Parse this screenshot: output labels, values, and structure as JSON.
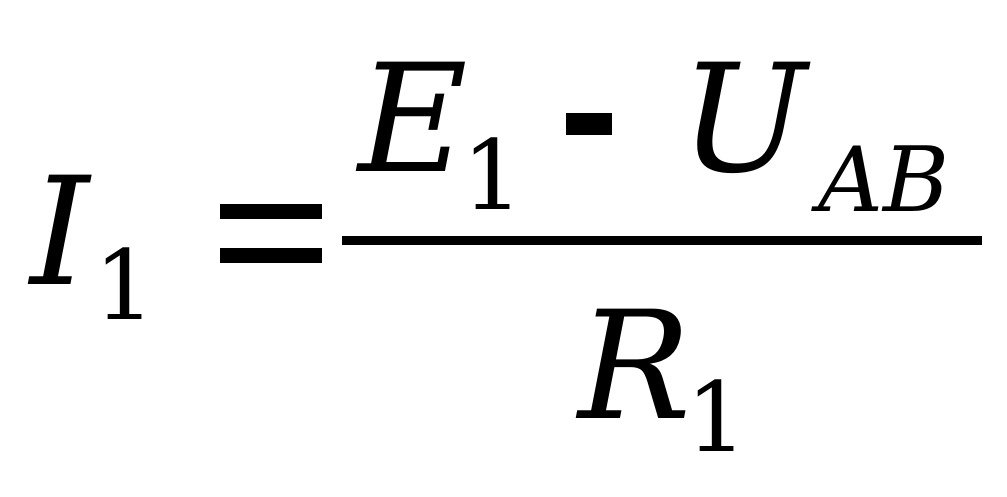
{
  "formula": {
    "lhs": {
      "symbol": "I",
      "subscript": "1"
    },
    "equals": "=",
    "numerator": {
      "term1": {
        "symbol": "E",
        "subscript": "1"
      },
      "operator": "-",
      "term2": {
        "symbol": "U",
        "subscript": "AB"
      }
    },
    "denominator": {
      "symbol": "R",
      "subscript": "1"
    }
  },
  "colors": {
    "ink": "#000000",
    "background": "#ffffff"
  }
}
